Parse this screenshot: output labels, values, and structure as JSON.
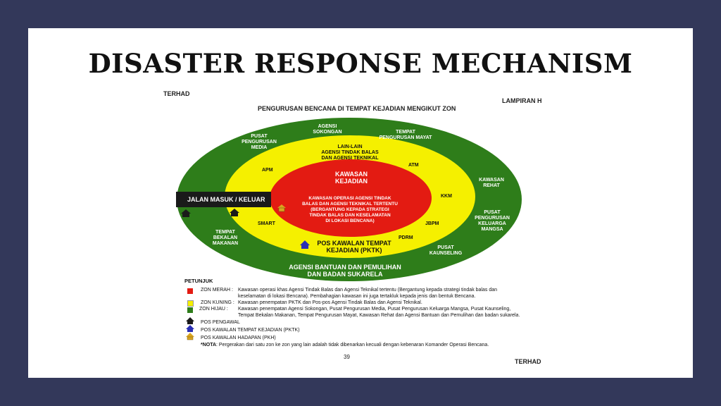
{
  "slide": {
    "title": "DISASTER RESPONSE MECHANISM",
    "page_number": "39",
    "classification_top": "TERHAD",
    "classification_bottom": "TERHAD",
    "annex": "LAMPIRAN H",
    "doc_title": "PENGURUSAN BENCANA DI TEMPAT KEJADIAN MENGIKUT ZON"
  },
  "colors": {
    "background": "#33385a",
    "green_zone": "#2e7d1a",
    "yellow_zone": "#f5f000",
    "red_zone": "#e31b12",
    "road": "#1a1a1a",
    "pos_pengawal": "#222222",
    "pos_pktk": "#2a2fb5",
    "pos_pkh": "#d9a520"
  },
  "diagram": {
    "green": {
      "agensi_sokongan": [
        "AGENSI",
        "SOKONGAN"
      ],
      "pusat_pengurusan_media": [
        "PUSAT",
        "PENGURUSAN",
        "MEDIA"
      ],
      "tempat_pengurusan_mayat": [
        "TEMPAT",
        "PENGURUSAN MAYAT"
      ],
      "kawasan_rehat": [
        "KAWASAN",
        "REHAT"
      ],
      "pusat_pengurusan_keluarga_mangsa": [
        "PUSAT",
        "PENGURUSAN",
        "KELUARGA",
        "MANGSA"
      ],
      "pusat_kaunseling": [
        "PUSAT",
        "KAUNSELING"
      ],
      "tempat_bekalan_makanan": [
        "TEMPAT",
        "BEKALAN",
        "MAKANAN"
      ],
      "agensi_bantuan": [
        "AGENSI BANTUAN DAN PEMULIHAN",
        "DAN BADAN SUKARELA"
      ]
    },
    "yellow": {
      "lain_lain": [
        "LAIN-LAIN",
        "AGENSI TINDAK BALAS",
        "DAN AGENSI TEKNIKAL"
      ],
      "apm": "APM",
      "atm": "ATM",
      "kkm": "KKM",
      "jbpm": "JBPM",
      "pdrm": "PDRM",
      "smart": "SMART",
      "pktk": [
        "POS KAWALAN TEMPAT",
        "KEJADIAN (PKTK)"
      ]
    },
    "red": {
      "title": [
        "KAWASAN",
        "KEJADIAN"
      ],
      "desc": [
        "KAWASAN OPERASI AGENSI TINDAK",
        "BALAS DAN AGENSI TEKNIKAL TERTENTU",
        "(BERGANTUNG KEPADA STRATEGI",
        "TINDAK BALAS DAN KESELAMATAN",
        "DI LOKASI BENCANA)"
      ]
    },
    "road_label": "JALAN MASUK / KELUAR"
  },
  "legend": {
    "heading": "PETUNJUK",
    "zon_merah_label": "ZON MERAH :",
    "zon_merah_text": [
      "Kawasan operasi khas Agensi Tindak Balas dan Agensi Teknikal tertentu (Bergantung kepada strategi tindak balas dan",
      "keselamatan di lokasi Bencana). Pembahagian kawasan ini juga tertakluk kepada jenis dan bentuk Bencana."
    ],
    "zon_kuning_label": "ZON KUNING :",
    "zon_kuning_text": "Kawasan penempatan PKTK dan Pos-pos Agensi Tindak Balas dan Agensi Teknikal.",
    "zon_hijau_label": "ZON HIJAU :",
    "zon_hijau_text": [
      "Kawasan penempatan Agensi Sokongan, Pusat Pengurusan Media, Pusat Pengurusan Keluarga Mangsa, Pusat Kaunseling,",
      "Tempat Bekalan Makanan, Tempat Pengurusan Mayat, Kawasan Rehat dan Agensi Bantuan dan Pemulihan dan badan sukarela."
    ],
    "pos_pengawal": "POS PENGAWAL",
    "pos_pktk": "POS KAWALAN TEMPAT KEJADIAN (PKTK)",
    "pos_pkh": "POS KAWALAN HADAPAN (PKH)",
    "nota_label": "*NOTA",
    "nota_text": ": Pergerakan dari satu zon ke zon yang lain adalah tidak dibenarkan kecuali dengan kebenaran Komander Operasi Bencana."
  }
}
